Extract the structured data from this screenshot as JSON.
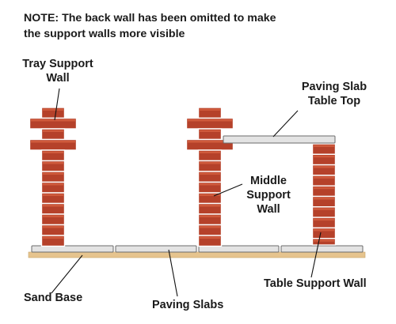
{
  "note": "NOTE: The back wall has been omitted to make\nthe support walls more visible",
  "labels": {
    "tray_support_wall": "Tray Support\nWall",
    "paving_slab_table_top": "Paving Slab\nTable Top",
    "middle_support_wall": "Middle\nSupport\nWall",
    "sand_base": "Sand Base",
    "paving_slabs": "Paving Slabs",
    "table_support_wall": "Table Support Wall"
  },
  "colors": {
    "brick": "#b5412a",
    "brick_highlight": "#cf5a3c",
    "mortar": "#ffffff",
    "slab": "#e3e3e3",
    "slab_edge": "#6b6b6b",
    "sand": "#e6c48e",
    "leader_line": "#111111"
  }
}
